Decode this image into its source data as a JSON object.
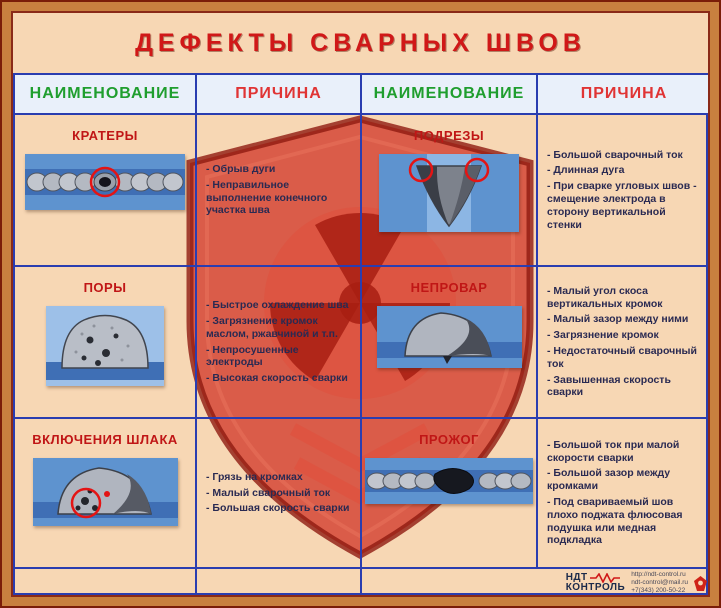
{
  "title": "ДЕФЕКТЫ СВАРНЫХ ШВОВ",
  "headers": {
    "name_left": "НАИМЕНОВАНИЕ",
    "cause_left": "ПРИЧИНА",
    "name_right": "НАИМЕНОВАНИЕ",
    "cause_right": "ПРИЧИНА"
  },
  "rows": [
    {
      "left": {
        "name": "КРАТЕРЫ",
        "causes": [
          "- Обрыв дуги",
          "- Неправильное выполнение конечного участка шва"
        ]
      },
      "right": {
        "name": "ПОДРЕЗЫ",
        "causes": [
          "- Большой сварочный ток",
          "- Длинная дуга",
          "- При сварке угловых швов - смещение электрода в сторону вертикальной стенки"
        ]
      }
    },
    {
      "left": {
        "name": "ПОРЫ",
        "causes": [
          "- Быстрое охлаждение шва",
          "- Загрязнение кромок маслом, ржавчиной и т.п.",
          "- Непросушенные электроды",
          "- Высокая скорость сварки"
        ]
      },
      "right": {
        "name": "НЕПРОВАР",
        "causes": [
          "- Малый угол скоса вертикальных кромок",
          "- Малый зазор между ними",
          "- Загрязнение кромок",
          "- Недостаточный сварочный ток",
          "- Завышенная скорость сварки"
        ]
      }
    },
    {
      "left": {
        "name": "ВКЛЮЧЕНИЯ ШЛАКА",
        "causes": [
          "- Грязь на кромках",
          "- Малый сварочный ток",
          "- Большая скорость сварки"
        ]
      },
      "right": {
        "name": "ПРОЖОГ",
        "causes": [
          "- Большой ток при малой скорости сварки",
          "- Большой зазор между кромками",
          "- Под свариваемый шов плохо поджата флюсовая подушка или медная подкладка"
        ]
      }
    }
  ],
  "footer": {
    "brand_top": "НДТ",
    "brand_bottom": "КОНТРОЛЬ",
    "contacts": [
      "http://ndt-control.ru",
      "ndt-control@mail.ru",
      "+7(343) 200-50-22"
    ]
  },
  "icons": {
    "watermark": "radiation-shield",
    "brand_symbol": "weld-zigzag",
    "stamp": "red-stamp"
  },
  "colors": {
    "frame-orange": "#c8803f",
    "frame-red": "#7a1d08",
    "bg-peach": "#f7d7b4",
    "grid-blue": "#2a3db0",
    "header-bg": "#e9f0fa",
    "header-green": "#1f9e2e",
    "header-red": "#e03434",
    "title-red": "#d01818",
    "name-red": "#c01616",
    "cause-ink": "#2a2a52",
    "panel-blue": "#5e93cf",
    "panel-blue-dark": "#3f6fb5",
    "shield-red": "#d23a2a",
    "annotation-red": "#e41414"
  }
}
